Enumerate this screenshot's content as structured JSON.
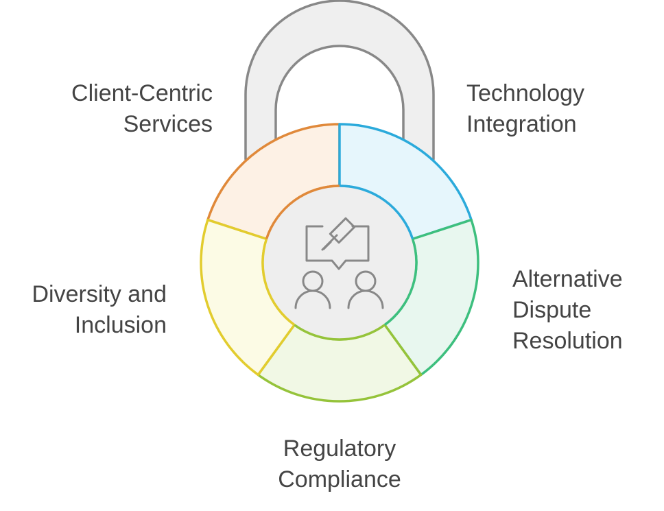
{
  "segments": [
    {
      "id": "client-centric-services",
      "lines": [
        "Client-Centric",
        "Services"
      ],
      "fill": "#FDF1E5",
      "stroke": "#E0893A"
    },
    {
      "id": "technology-integration",
      "lines": [
        "Technology",
        "Integration"
      ],
      "fill": "#E6F6FC",
      "stroke": "#2BAADB"
    },
    {
      "id": "alternative-dispute-resolution",
      "lines": [
        "Alternative",
        "Dispute",
        "Resolution"
      ],
      "fill": "#E8F7EF",
      "stroke": "#3DBF7E"
    },
    {
      "id": "regulatory-compliance",
      "lines": [
        "Regulatory",
        "Compliance"
      ],
      "fill": "#F1F8E5",
      "stroke": "#95C33A"
    },
    {
      "id": "diversity-and-inclusion",
      "lines": [
        "Diversity and",
        "Inclusion"
      ],
      "fill": "#FCFBE5",
      "stroke": "#E2CC2E"
    }
  ],
  "lock": {
    "shackle_fill": "#EFEFEF",
    "shackle_stroke": "#888888",
    "center_fill": "#EEEEEE",
    "icon_color": "#888888"
  },
  "center_icon": "gavel-speech-bubble-with-two-people-icon"
}
